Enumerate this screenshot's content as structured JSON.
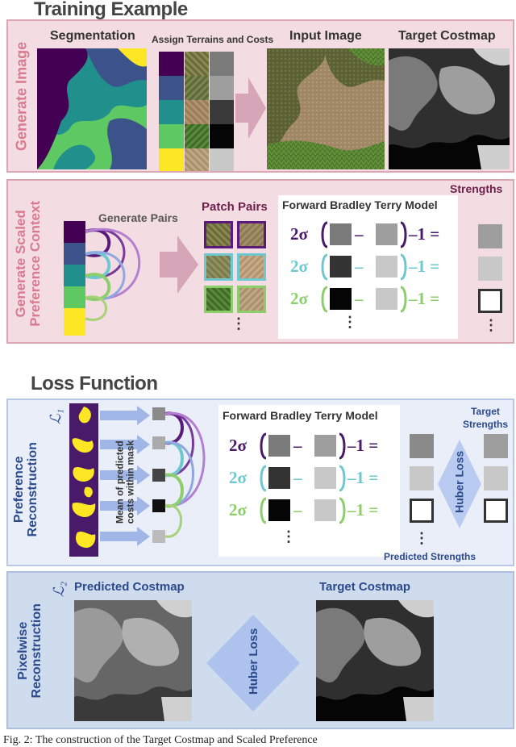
{
  "section1": {
    "title": "Training Example",
    "row1_label": "Generate Image",
    "segmentation": "Segmentation",
    "assign": "Assign Terrains and Costs",
    "input_image": "Input Image",
    "target_costmap": "Target Costmap",
    "row2_label_line1": "Generate Scaled",
    "row2_label_line2": "Preference Context",
    "generate_pairs": "Generate Pairs",
    "patch_pairs": "Patch Pairs",
    "bt_title": "Forward Bradley Terry Model",
    "strengths": "Strengths"
  },
  "section2": {
    "title": "Loss Function",
    "row1_label_line1": "Preference",
    "row1_label_line2": "Reconstruction",
    "loss1_symbol": "ℒ₁",
    "mean_text_line1": "Mean of predicted",
    "mean_text_line2": "costs within mask",
    "bt_title": "Forward Bradley Terry Model",
    "target_strengths_line1": "Target",
    "target_strengths_line2": "Strengths",
    "huber": "Huber Loss",
    "predicted_strengths": "Predicted Strengths",
    "row2_label_line1": "Pixelwise",
    "row2_label_line2": "Reconstruction",
    "loss2_symbol": "ℒ₂",
    "predicted_costmap": "Predicted Costmap",
    "target_costmap": "Target Costmap",
    "huber2": "Huber Loss"
  },
  "equation": {
    "prefix": "2σ",
    "minus": "–",
    "suffix": "–1 ="
  },
  "ellipsis": "⋮",
  "caption": "Fig. 2: The construction of the Target Costmap and Scaled Preference",
  "colors": {
    "pink_panel": "#f3dde2",
    "pink_border": "#dca6b2",
    "blue_panel": "#e9eef9",
    "blue_panel2": "#cfdcee",
    "purple": "#4a1a6a",
    "cyan": "#6dc8d0",
    "green": "#8ccf6a",
    "seg1": "#440154",
    "seg2": "#3b528b",
    "seg3": "#21908d",
    "seg4": "#5ec962",
    "seg5": "#fde725"
  }
}
